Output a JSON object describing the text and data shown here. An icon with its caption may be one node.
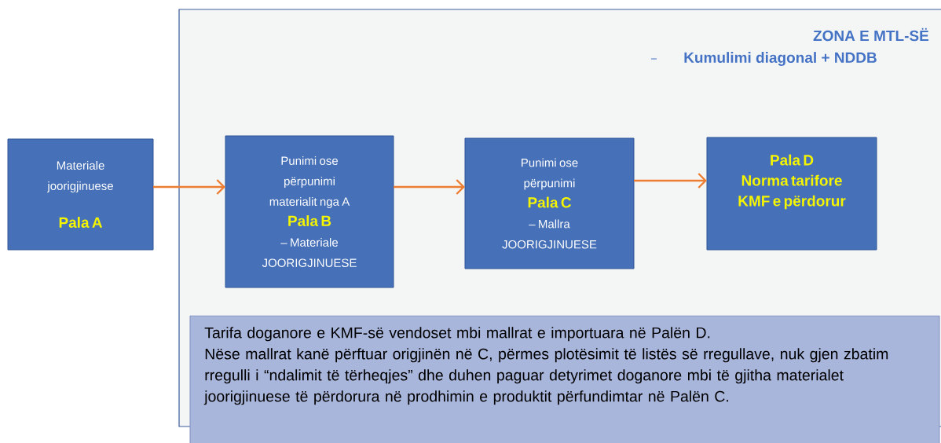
{
  "diagram": {
    "nodes": [
      {
        "text": [
          "ZONA E MTL-SË",
          "Kumulimi diagonal + NDDB"
        ]
      },
      {
        "text": [
          "Materiale joorigjinuese",
          "Pala A"
        ]
      },
      {
        "text": [
          "Punimi ose përpunimi materialit nga A",
          "Pala B",
          "– Materiale JOORIGJINUESE"
        ],
        "in": 0
      },
      {
        "text": [
          "Punimi ose përpunimi",
          "Pala C",
          "– Mallra JOORIGJINUESE"
        ],
        "in": 0
      },
      {
        "text": [
          "Pala D",
          "Norma tarifore KMF e përdorur"
        ],
        "in": 0
      },
      {
        "text": [
          "Tarifa doganore e KMF-së vendoset mbi mallrat e importuara në Palën D.",
          "Nëse mallrat kanë përftuar origjinën në C, përmes plotësimit të listës së rregullave, nuk gjen zbatim rregulli i “ndalimit të tërheqjes” dhe duhen paguar detyrimet doganore mbi të gjitha materialet joorigjinuese të përdorura në prodhimin e produktit përfundimtar në Palën C."
        ]
      }
    ],
    "edges": [
      {
        "from": 1,
        "to": 2,
        "arrow": "to"
      },
      {
        "from": 2,
        "to": 3,
        "arrow": "to"
      },
      {
        "from": 3,
        "to": 4,
        "arrow": "to"
      }
    ]
  }
}
